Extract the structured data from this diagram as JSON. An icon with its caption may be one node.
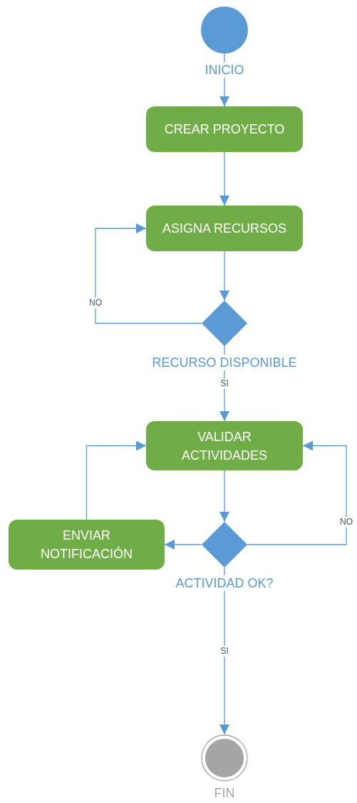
{
  "diagram": {
    "nodes": [
      {
        "text": [
          "INICIO"
        ]
      },
      {
        "text": [
          "CREAR PROYECTO"
        ]
      },
      {
        "text": [
          "ASIGNA RECURSOS"
        ]
      },
      {
        "text": [
          "RECURSO DISPONIBLE"
        ]
      },
      {
        "text": [
          "VALIDAR ACTIVIDADES"
        ]
      },
      {
        "text": [
          "ENVIAR NOTIFICACIÓN"
        ]
      },
      {
        "text": [
          "ACTIVIDAD OK?"
        ]
      },
      {
        "text": [
          "FIN"
        ]
      }
    ],
    "edges": [
      {
        "from": 0,
        "to": 1,
        "arrow": "to"
      },
      {
        "from": 1,
        "to": 2,
        "arrow": "to"
      },
      {
        "from": 2,
        "to": 3,
        "arrow": "to"
      },
      {
        "from": 3,
        "to": 2,
        "arrow": "to",
        "label": "NO"
      },
      {
        "from": 3,
        "to": 4,
        "arrow": "to",
        "label": "SI"
      },
      {
        "from": 4,
        "to": 6,
        "arrow": "to"
      },
      {
        "from": 6,
        "to": 5,
        "arrow": "to"
      },
      {
        "from": 6,
        "to": 4,
        "arrow": "to",
        "label": "NO"
      },
      {
        "from": 5,
        "to": 4,
        "arrow": "to"
      },
      {
        "from": 6,
        "to": 7,
        "arrow": "to",
        "label": "SI"
      }
    ]
  }
}
